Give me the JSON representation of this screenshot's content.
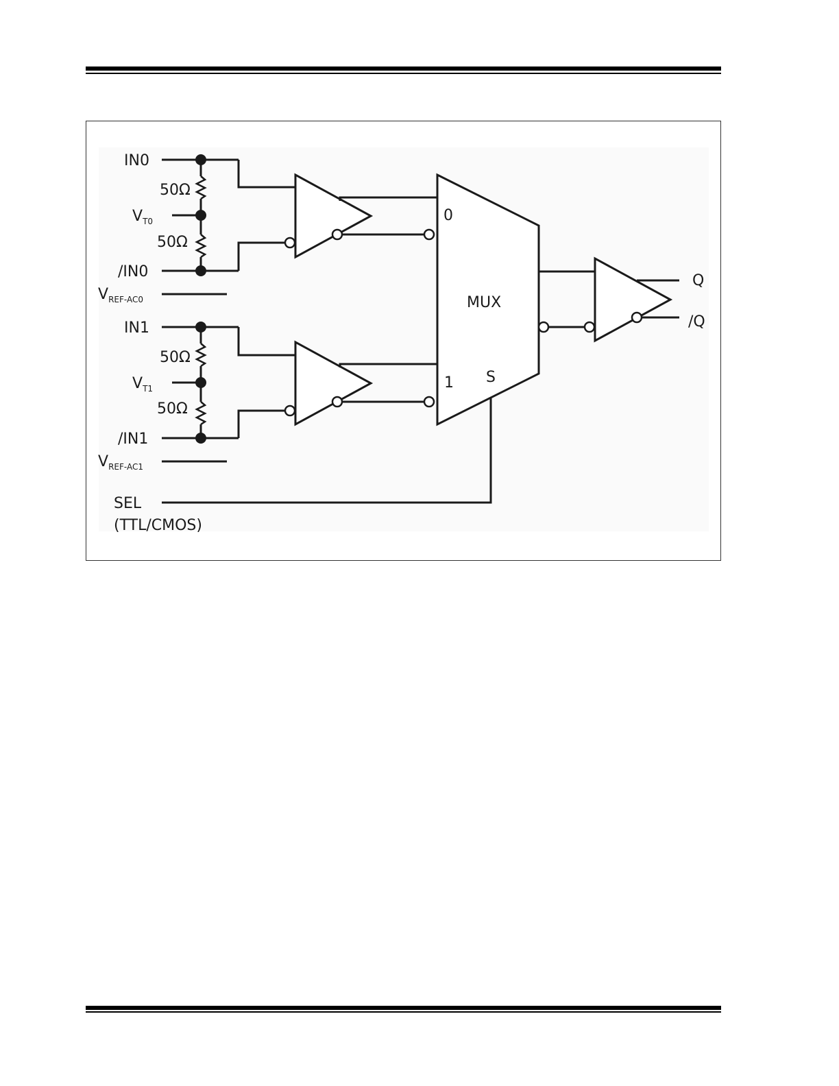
{
  "page": {
    "header_rule": "double-rule",
    "footer_rule": "double-rule"
  },
  "diagram": {
    "inputs": {
      "in0": "IN0",
      "nin0": "/IN0",
      "in1": "IN1",
      "nin1": "/IN1",
      "vt0_main": "V",
      "vt0_sub": "T0",
      "vt1_main": "V",
      "vt1_sub": "T1",
      "vref0_main": "V",
      "vref0_sub": "REF-AC0",
      "vref1_main": "V",
      "vref1_sub": "REF-AC1",
      "sel": "SEL",
      "sel_type": "(TTL/CMOS)"
    },
    "resistors": {
      "r_top0": "50Ω",
      "r_bot0": "50Ω",
      "r_top1": "50Ω",
      "r_bot1": "50Ω"
    },
    "mux": {
      "label": "MUX",
      "input0": "0",
      "input1": "1",
      "select": "S"
    },
    "outputs": {
      "q": "Q",
      "nq": "/Q"
    },
    "colors": {
      "line": "#1a1a1a",
      "background": "#ffffff"
    }
  }
}
